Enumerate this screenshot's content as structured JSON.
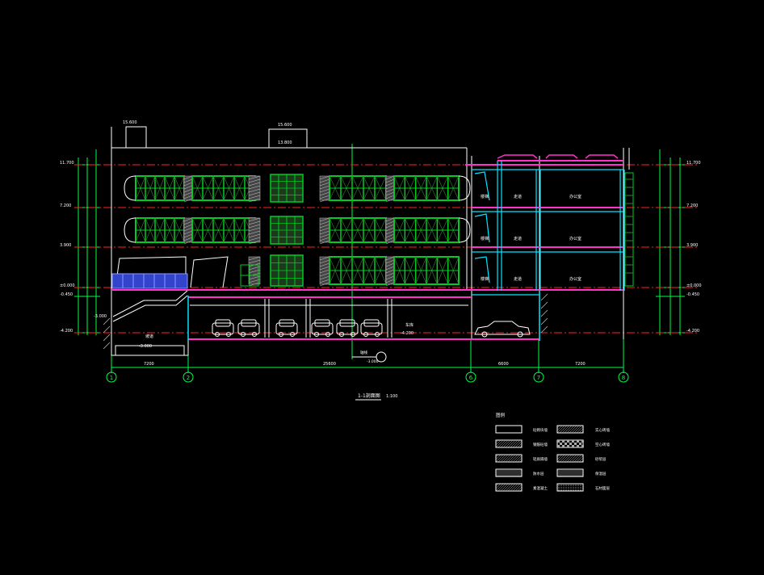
{
  "drawing": {
    "title": "1-1剖面图",
    "scale": "1:100",
    "level_labels_left": [
      "11.700",
      "7.200",
      "3.900",
      "±0.000",
      "-0.450",
      "-3.000",
      "-4.200"
    ],
    "level_labels_right": [
      "11.700",
      "7.200",
      "3.900",
      "±0.000",
      "-0.450",
      "-4.200"
    ],
    "roof_labels": [
      "15.600",
      "15.600",
      "13.800"
    ],
    "grid_axes": [
      "1",
      "2",
      "6",
      "7",
      "8"
    ],
    "span_dimensions": [
      "7200",
      "25600",
      "6600",
      "7200"
    ],
    "room_labels": [
      "办公室",
      "办公室",
      "办公室",
      "走道",
      "走道",
      "走道",
      "楼梯",
      "楼梯",
      "楼梯",
      "车库",
      "坡道"
    ],
    "basement_labels": [
      "-3.000",
      "-4.200"
    ],
    "axis_note": "轴线",
    "legend": {
      "heading": "图例",
      "items": [
        "砼砌块墙",
        "实心砖墙",
        "钢筋砼墙",
        "空心砖墙",
        "轻质隔墙",
        "砂浆层",
        "防水层",
        "保温层",
        "素混凝土",
        "石材面层"
      ]
    },
    "colors": {
      "background": "#000000",
      "structure": "#ffffff",
      "section_line": "#ff33cc",
      "dimension": "#00ff44",
      "level_line": "#ff2222",
      "glazing": "#00cc22",
      "wall": "#00e5ff",
      "panel": "#3344cc"
    }
  }
}
